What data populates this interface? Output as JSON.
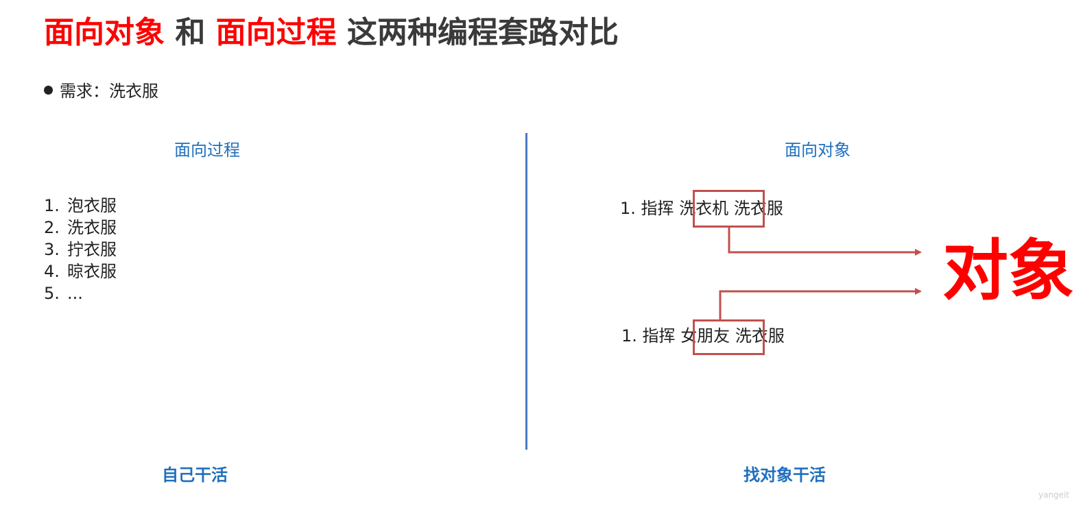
{
  "title": {
    "part1": "面向对象",
    "part2": " 和 ",
    "part3": "面向过程",
    "part4": " 这两种编程套路对比"
  },
  "requirement": "需求：洗衣服",
  "procedural": {
    "heading": "面向过程",
    "steps": [
      {
        "num": "1.",
        "text": "泡衣服"
      },
      {
        "num": "2.",
        "text": "洗衣服"
      },
      {
        "num": "3.",
        "text": "拧衣服"
      },
      {
        "num": "4.",
        "text": "晾衣服"
      },
      {
        "num": "5.",
        "text": "..."
      }
    ],
    "footer": "自己干活"
  },
  "object_oriented": {
    "heading": "面向对象",
    "line1": {
      "num": "1.",
      "verb": "指挥",
      "object": "洗衣机",
      "action": "洗衣服"
    },
    "line2": {
      "num": "1.",
      "verb": "指挥",
      "object": "女朋友",
      "action": "洗衣服"
    },
    "callout": "对象",
    "footer": "找对象干活"
  },
  "watermark": "yangeit",
  "colors": {
    "accent_red": "#ff0000",
    "heading_blue": "#1f6fbf",
    "divider_blue": "#4a78c0",
    "box_red": "#c0504d"
  }
}
